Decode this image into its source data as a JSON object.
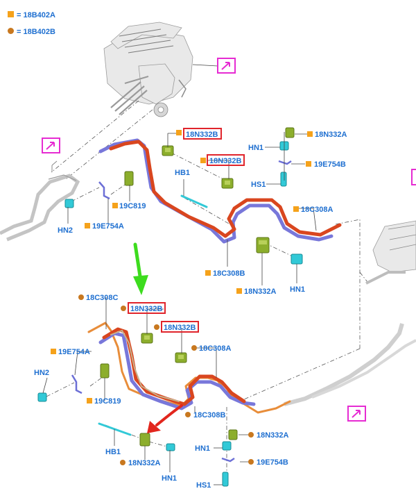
{
  "colors": {
    "square_marker": "#f5a21b",
    "circle_marker": "#c8781f",
    "label_text": "#1e6fd0",
    "highlight_box": "#e0242b",
    "view_marker": "#e62bd2",
    "callout_arrow_green": "#3ddc1e",
    "callout_arrow_red": "#e2261d",
    "pipe_red": "#d9461f",
    "pipe_blue": "#7877da",
    "pipe_orange": "#e88d3a",
    "bracket_green": "#8cae2c",
    "clip_cyan": "#32c9d7"
  },
  "legend": [
    {
      "marker": "square",
      "text": "= 18B402A"
    },
    {
      "marker": "circle",
      "text": "= 18B402B"
    }
  ],
  "icons": {
    "view_marker": "view-direction-arrow-icon",
    "green_arrow": "down-arrow-icon",
    "red_arrow": "curved-arrow-icon"
  },
  "upper": {
    "l_18n332b_a": "18N332B",
    "l_18n332b_b": "18N332B",
    "l_18n332a_top": "18N332A",
    "l_hn1_top": "HN1",
    "l_19e754b": "19E754B",
    "l_hs1": "HS1",
    "l_hb1": "HB1",
    "l_18c308a": "18C308A",
    "l_19c819": "19C819",
    "l_hn2": "HN2",
    "l_19e754a": "19E754A",
    "l_18c308b": "18C308B",
    "l_18n332a_bottom": "18N332A",
    "l_hn1_bottom": "HN1"
  },
  "lower": {
    "l_18c308c": "18C308C",
    "l_18n332b_a": "18N332B",
    "l_18n332b_b": "18N332B",
    "l_18c308a": "18C308A",
    "l_19e754a": "19E754A",
    "l_hn2": "HN2",
    "l_19c819": "19C819",
    "l_18c308b": "18C308B",
    "l_18n332a_right": "18N332A",
    "l_hn1_right": "HN1",
    "l_19e754b": "19E754B",
    "l_hs1": "HS1",
    "l_hb1": "HB1",
    "l_18n332a_left": "18N332A",
    "l_hn1_left": "HN1"
  }
}
